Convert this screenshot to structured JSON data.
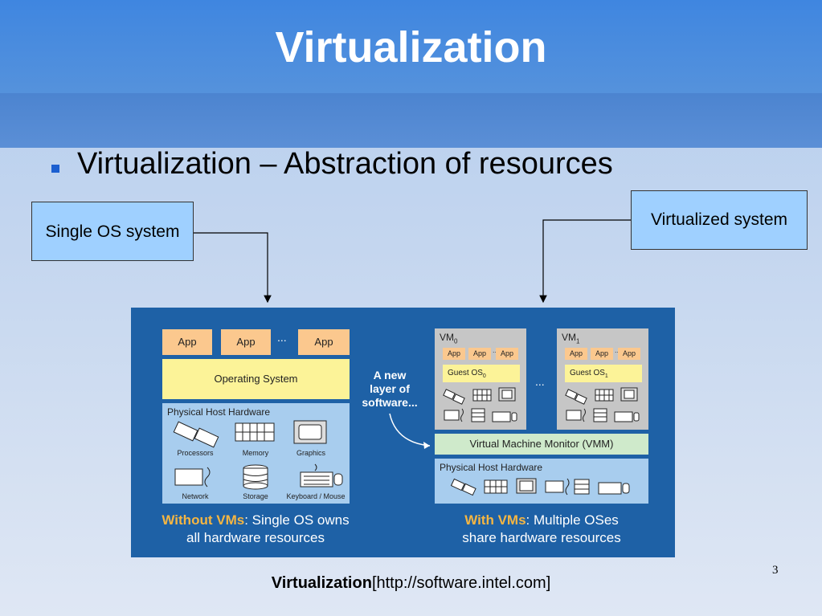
{
  "slide": {
    "title": "Virtualization",
    "bullet": "Virtualization – Abstraction of resources",
    "callout_left": "Single OS system",
    "callout_right": "Virtualized system",
    "caption_bold": "Virtualization",
    "caption_rest": "[http://software.intel.com]",
    "page_number": "3"
  },
  "diagram": {
    "left": {
      "apps": [
        "App",
        "App",
        "App"
      ],
      "ellipsis": "...",
      "os": "Operating System",
      "hw_title": "Physical Host Hardware",
      "hw_items": [
        "Processors",
        "Memory",
        "Graphics",
        "Network",
        "Storage",
        "Keyboard / Mouse"
      ],
      "summary_hl": "Without VMs",
      "summary_rest": ": Single OS owns",
      "summary_line2": "all hardware resources"
    },
    "new_layer": [
      "A new",
      "layer of",
      "software..."
    ],
    "right": {
      "vm0": "VM",
      "vm0_sub": "0",
      "vm1": "VM",
      "vm1_sub": "1",
      "mini_apps": [
        "App",
        "App",
        "App"
      ],
      "ellipsis": "...",
      "guest": "Guest OS",
      "guest0_sub": "0",
      "guest1_sub": "1",
      "vmm": "Virtual Machine Monitor (VMM)",
      "hw_title": "Physical Host Hardware",
      "summary_hl": "With VMs",
      "summary_rest": ": Multiple OSes",
      "summary_line2": "share hardware resources"
    }
  }
}
